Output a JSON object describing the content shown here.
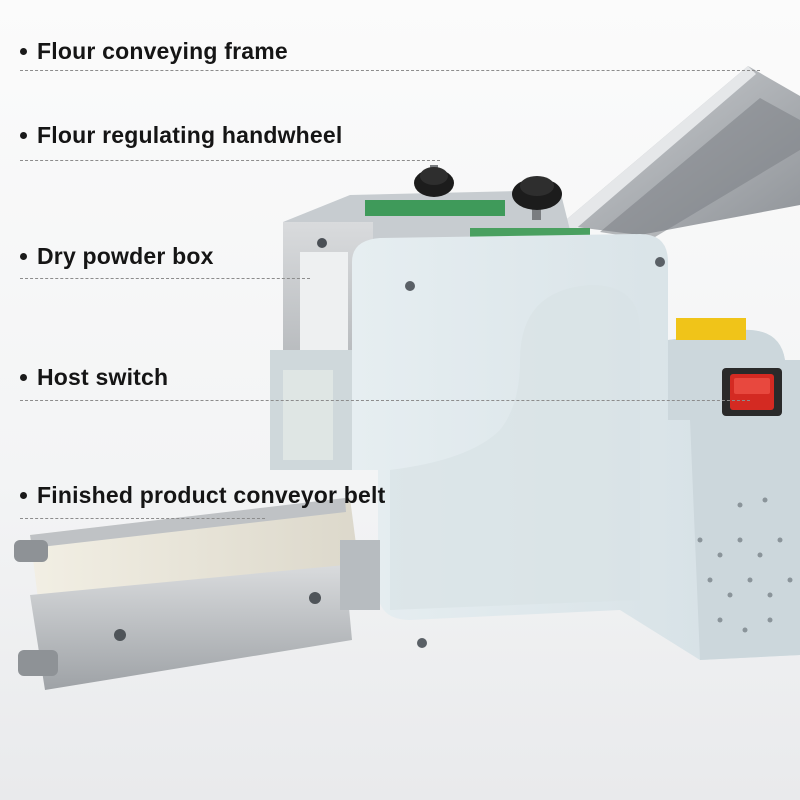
{
  "labels": [
    {
      "id": "flour-conveying-frame",
      "text": "Flour conveying frame"
    },
    {
      "id": "flour-regulating-handwheel",
      "text": "Flour regulating handwheel"
    },
    {
      "id": "dry-powder-box",
      "text": "Dry powder box"
    },
    {
      "id": "host-switch",
      "text": "Host switch"
    },
    {
      "id": "finished-product-conveyor-belt",
      "text": "Finished product conveyor belt"
    }
  ],
  "colors": {
    "body": "#dfe8ec",
    "steel": "#b9bcbf",
    "knob": "#1c1c1c",
    "switch": "#d42a22",
    "text": "#151515"
  }
}
